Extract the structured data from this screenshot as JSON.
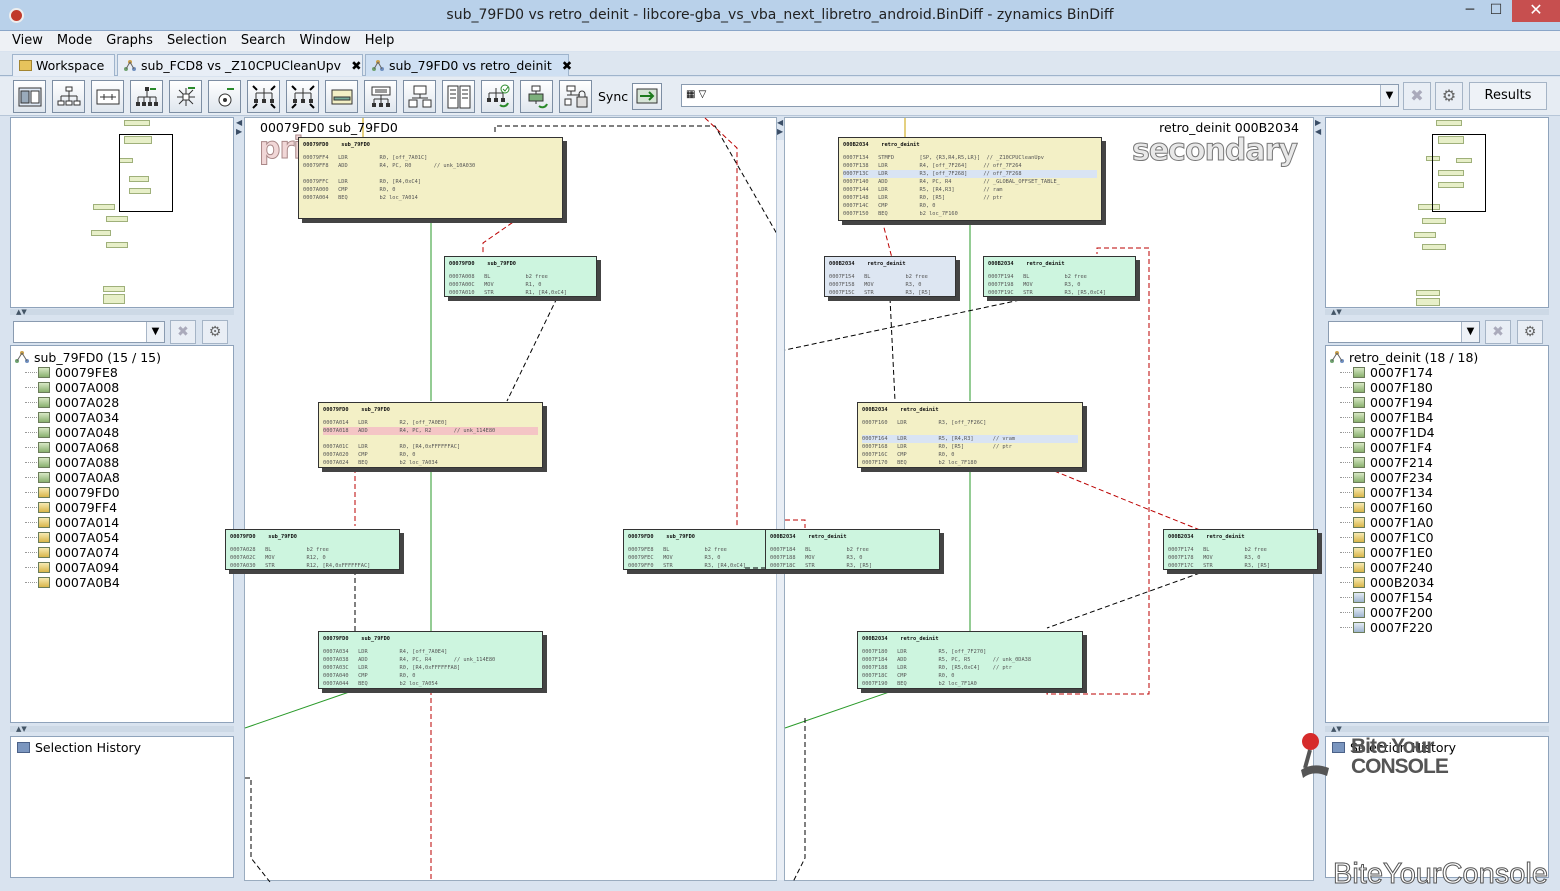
{
  "window": {
    "title": "sub_79FD0 vs retro_deinit - libcore-gba_vs_vba_next_libretro_android.BinDiff - zynamics BinDiff",
    "min": "─",
    "max": "☐",
    "close": "✕"
  },
  "menu": [
    "View",
    "Mode",
    "Graphs",
    "Selection",
    "Search",
    "Window",
    "Help"
  ],
  "tabs": [
    {
      "label": "Workspace",
      "icon": "folder-icon"
    },
    {
      "label": "sub_FCD8 vs _Z10CPUCleanUpv",
      "close": "✖",
      "icon": "graph-icon"
    },
    {
      "label": "sub_79FD0 vs retro_deinit",
      "close": "✖",
      "icon": "graph-icon"
    }
  ],
  "toolbar": {
    "sync_label": "Sync",
    "results_label": "Results",
    "search_value": "",
    "clear_glyph": "✖",
    "settings_glyph": "⚙",
    "combo_arrow": "▼"
  },
  "left": {
    "filter_value": "",
    "tree_root": "sub_79FD0 (15 / 15)",
    "items": [
      {
        "label": "00079FE8",
        "color": "green"
      },
      {
        "label": "0007A008",
        "color": "green"
      },
      {
        "label": "0007A028",
        "color": "green"
      },
      {
        "label": "0007A034",
        "color": "green"
      },
      {
        "label": "0007A048",
        "color": "green"
      },
      {
        "label": "0007A068",
        "color": "green"
      },
      {
        "label": "0007A088",
        "color": "green"
      },
      {
        "label": "0007A0A8",
        "color": "green"
      },
      {
        "label": "00079FD0",
        "color": "yellow"
      },
      {
        "label": "00079FF4",
        "color": "yellow"
      },
      {
        "label": "0007A014",
        "color": "yellow"
      },
      {
        "label": "0007A054",
        "color": "yellow"
      },
      {
        "label": "0007A074",
        "color": "yellow"
      },
      {
        "label": "0007A094",
        "color": "yellow"
      },
      {
        "label": "0007A0B4",
        "color": "yellow"
      }
    ],
    "history_label": "Selection History"
  },
  "right": {
    "filter_value": "",
    "tree_root": "retro_deinit (18 / 18)",
    "items": [
      {
        "label": "0007F174",
        "color": "green"
      },
      {
        "label": "0007F180",
        "color": "green"
      },
      {
        "label": "0007F194",
        "color": "green"
      },
      {
        "label": "0007F1B4",
        "color": "green"
      },
      {
        "label": "0007F1D4",
        "color": "green"
      },
      {
        "label": "0007F1F4",
        "color": "green"
      },
      {
        "label": "0007F214",
        "color": "green"
      },
      {
        "label": "0007F234",
        "color": "green"
      },
      {
        "label": "0007F134",
        "color": "yellow"
      },
      {
        "label": "0007F160",
        "color": "yellow"
      },
      {
        "label": "0007F1A0",
        "color": "yellow"
      },
      {
        "label": "0007F1C0",
        "color": "yellow"
      },
      {
        "label": "0007F1E0",
        "color": "yellow"
      },
      {
        "label": "0007F240",
        "color": "yellow"
      },
      {
        "label": "000B2034",
        "color": "yellow"
      },
      {
        "label": "0007F154",
        "color": "blue"
      },
      {
        "label": "0007F200",
        "color": "blue"
      },
      {
        "label": "0007F220",
        "color": "blue"
      }
    ],
    "history_label": "Selection History"
  },
  "primary": {
    "header": "00079FD0   sub_79FD0",
    "wordmark": "primary",
    "blocks": [
      {
        "hdr": "00079FD0    sub_79FD0",
        "lines": [
          "00079FF4   LDR          R0, [off_7A01C]",
          "00079FF8   ADD          R4, PC, R0       // unk_10A030",
          " ",
          "00079FFC   LDR          R0, [R4,0xC4]",
          "0007A000   CMP          R0, 0",
          "0007A004   BEQ          b2 loc_7A014"
        ]
      },
      {
        "hdr": "00079FD0    sub_79FD0",
        "lines": [
          "0007A008   BL           b2 free",
          "0007A00C   MOV          R1, 0",
          "0007A010   STR          R1, [R4,0xC4]"
        ]
      },
      {
        "hdr": "00079FD0    sub_79FD0",
        "lines": [
          "0007A014   LDR          R2, [off_7A0E0]",
          "0007A018   ADD          R4, PC, R2       // unk_114E80",
          " ",
          "0007A01C   LDR          R0, [R4,0xFFFFFFAC]",
          "0007A020   CMP          R0, 0",
          "0007A024   BEQ          b2 loc_7A034"
        ]
      },
      {
        "hdr": "00079FD0    sub_79FD0",
        "lines": [
          "0007A028   BL           b2 free",
          "0007A02C   MOV          R12, 0",
          "0007A030   STR          R12, [R4,0xFFFFFFAC]"
        ]
      },
      {
        "hdr": "00079FD0    sub_79FD0",
        "lines": [
          "0007A034   LDR          R4, [off_7A0E4]",
          "0007A038   ADD          R4, PC, R4       // unk_114E80",
          "0007A03C   LDR          R0, [R4,0xFFFFFFA8]",
          "0007A040   CMP          R0, 0",
          "0007A044   BEQ          b2 loc_7A054"
        ]
      },
      {
        "hdr": "00079FD0    sub_79FD0",
        "lines": [
          "00079FE8   BL           b2 free",
          "00079FEC   MOV          R3, 0",
          "00079FF0   STR          R3, [R4,0xC4]"
        ]
      }
    ]
  },
  "secondary": {
    "header": "retro_deinit   000B2034",
    "wordmark": "secondary",
    "blocks": [
      {
        "hdr": "000B2034    retro_deinit",
        "lines": [
          "0007F134   STMFD        [SP, {R3,R4,R5,LR}]  // _Z10CPUCleanUpv",
          "0007F138   LDR          R4, [off_7F264]     // off_7F264",
          "0007F13C   LDR          R3, [off_7F268]     // off_7F268",
          "0007F140   ADD          R4, PC, R4          // _GLOBAL_OFFSET_TABLE_",
          "0007F144   LDR          R5, [R4,R3]         // ram",
          "0007F148   LDR          R0, [R5]            // ptr",
          "0007F14C   CMP          R0, 0",
          "0007F150   BEQ          b2 loc_7F160"
        ]
      },
      {
        "hdr": "000B2034    retro_deinit",
        "lines": [
          "0007F154   BL           b2 free",
          "0007F158   MOV          R3, 0",
          "0007F15C   STR          R3, [R5]"
        ]
      },
      {
        "hdr": "000B2034    retro_deinit",
        "lines": [
          "0007F194   BL           b2 free",
          "0007F198   MOV          R3, 0",
          "0007F19C   STR          R3, [R5,0xC4]"
        ]
      },
      {
        "hdr": "000B2034    retro_deinit",
        "lines": [
          "0007F160   LDR          R3, [off_7F26C]",
          " ",
          "0007F164   LDR          R5, [R4,R3]      // vram",
          "0007F168   LDR          R0, [R5]         // ptr",
          "0007F16C   CMP          R0, 0",
          "0007F170   BEQ          b2 loc_7F180"
        ]
      },
      {
        "hdr": "000B2034    retro_deinit",
        "lines": [
          "0007F184   BL           b2 free",
          "0007F188   MOV          R3, 0",
          "0007F18C   STR          R3, [R5]"
        ]
      },
      {
        "hdr": "000B2034    retro_deinit",
        "lines": [
          "0007F174   BL           b2 free",
          "0007F178   MOV          R3, 0",
          "0007F17C   STR          R3, [R5]"
        ]
      },
      {
        "hdr": "000B2034    retro_deinit",
        "lines": [
          "0007F180   LDR          R5, [off_7F270]",
          "0007F184   ADD          R5, PC, R5       // unk_0DA38",
          "0007F188   LDR          R0, [R5,0xC4]    // ptr",
          "0007F18C   CMP          R0, 0",
          "0007F190   BEQ          b2 loc_7F1A0"
        ]
      }
    ]
  },
  "watermark": {
    "logo_line1": "Bite Your",
    "logo_line2": "CONSOLE",
    "bottom": "BiteYourConsole"
  }
}
